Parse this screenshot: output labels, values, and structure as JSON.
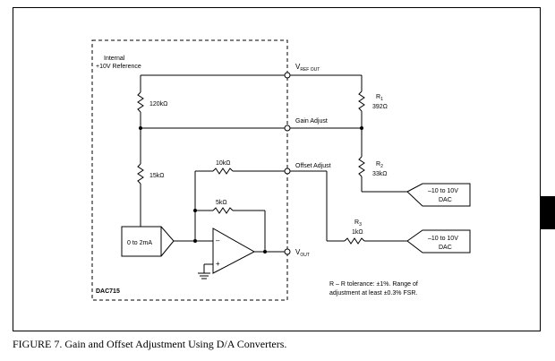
{
  "caption": "FIGURE 7. Gain and Offset Adjustment Using D/A Converters.",
  "chip": {
    "name": "DAC715",
    "internal_ref_line1": "Internal",
    "internal_ref_line2": "+10V Reference",
    "resistor_top": "120kΩ",
    "resistor_bottom": "15kΩ",
    "resistor_feedback": "10kΩ",
    "resistor_5k": "5kΩ",
    "current_source": "0 to 2mA"
  },
  "pins": {
    "vref_out_main": "V",
    "vref_out_sub": "REF OUT",
    "gain_adjust": "Gain Adjust",
    "offset_adjust": "Offset Adjust",
    "vout_main": "V",
    "vout_sub": "OUT"
  },
  "external": {
    "r1_main": "R",
    "r1_sub": "1",
    "r1_value": "392Ω",
    "r2_main": "R",
    "r2_sub": "2",
    "r2_value": "33kΩ",
    "r3_main": "R",
    "r3_sub": "3",
    "r3_value": "1kΩ",
    "dac1": "–10 to 10V",
    "dac1_sub": "DAC",
    "dac2": "–10 to 10V",
    "dac2_sub": "DAC",
    "note_line1": "R  – R  tolerance: ±1%. Range of",
    "note_line2": "adjustment at least ±0.3% FSR."
  },
  "opamp": {
    "minus": "–",
    "plus": "+"
  }
}
